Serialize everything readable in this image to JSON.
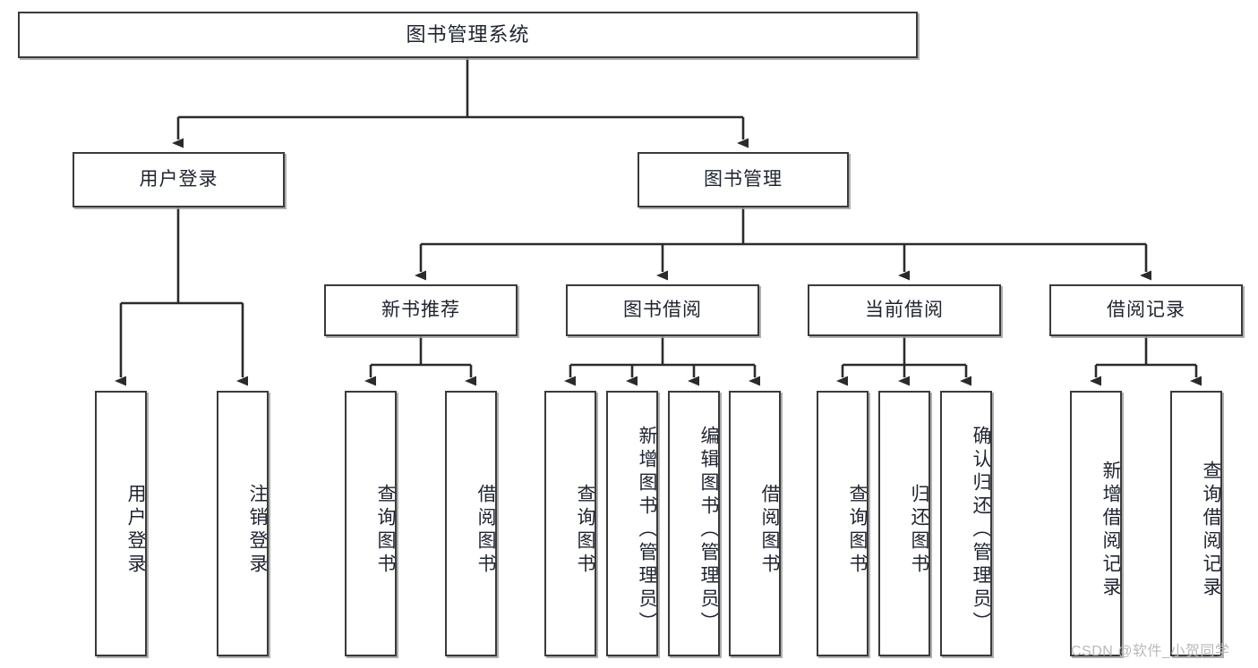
{
  "diagram": {
    "title": "图书管理系统",
    "type": "hierarchy-tree",
    "watermark": "CSDN @软件_小贺同学",
    "colors": {
      "box_border": "#3a3a3a",
      "box_fill": "#ffffff",
      "text": "#1f2430",
      "edge": "#2b2b2b",
      "watermark": "#b9b9b9",
      "shadow": "#a0a0a0"
    },
    "levels": {
      "root": {
        "label": "图书管理系统"
      },
      "level2": [
        {
          "label": "用户登录"
        },
        {
          "label": "图书管理"
        }
      ],
      "level3": [
        {
          "label": "新书推荐"
        },
        {
          "label": "图书借阅"
        },
        {
          "label": "当前借阅"
        },
        {
          "label": "借阅记录"
        }
      ],
      "leaves": {
        "user_login": [
          {
            "label": "用户登录"
          },
          {
            "label": "注销登录"
          }
        ],
        "new_book_recommend": [
          {
            "label": "查询图书"
          },
          {
            "label": "借阅图书"
          }
        ],
        "book_borrow": [
          {
            "label": "查询图书"
          },
          {
            "label": "新增图书（管理员）"
          },
          {
            "label": "编辑图书（管理员）"
          },
          {
            "label": "借阅图书"
          }
        ],
        "current_borrow": [
          {
            "label": "查询图书"
          },
          {
            "label": "归还图书"
          },
          {
            "label": "确认归还（管理员）"
          }
        ],
        "borrow_record": [
          {
            "label": "新增借阅记录"
          },
          {
            "label": "查询借阅记录"
          }
        ]
      }
    }
  }
}
